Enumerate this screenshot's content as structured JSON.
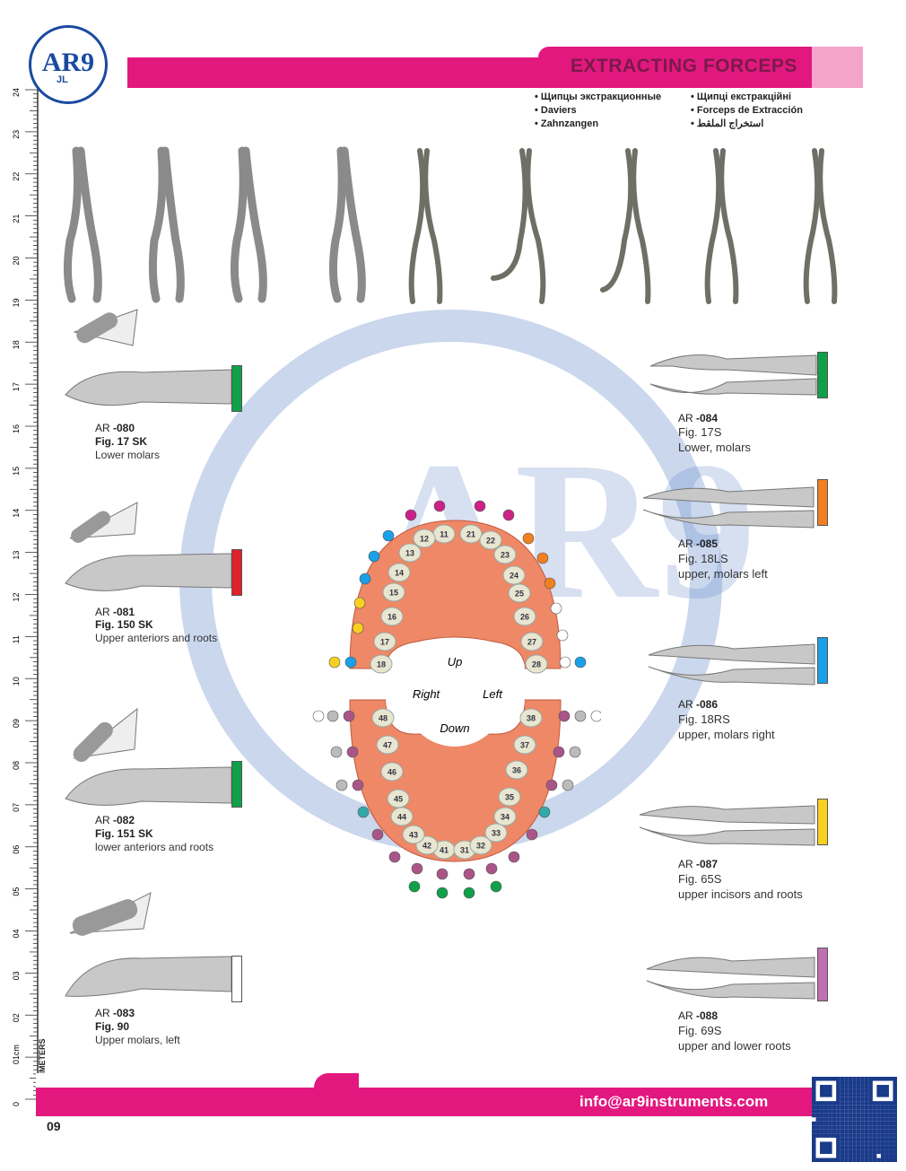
{
  "logo": {
    "text": "AR9",
    "sub": "JL"
  },
  "header": {
    "title": "EXTRACTING FORCEPS"
  },
  "translations": {
    "left": [
      "Щипцы экстракционные",
      "Daviers",
      "Zahnzangen"
    ],
    "right": [
      "Щипці екстракційні",
      "Forceps de Extracción",
      "استخراج الملقط"
    ]
  },
  "ruler": {
    "unit": "CENTIMETERS",
    "labels": [
      "0",
      "01cm",
      "02",
      "03",
      "04",
      "05",
      "06",
      "07",
      "08",
      "09",
      "10",
      "11",
      "12",
      "13",
      "14",
      "15",
      "16",
      "17",
      "18",
      "19",
      "20",
      "21",
      "22",
      "23",
      "24"
    ]
  },
  "products_left": [
    {
      "prefix": "AR",
      "code": "-080",
      "fig": "Fig. 17 SK",
      "desc": "Lower molars",
      "color": "#10a04a"
    },
    {
      "prefix": "AR",
      "code": "-081",
      "fig": "Fig. 150 SK",
      "desc": "Upper anteriors and roots",
      "color": "#e0202a"
    },
    {
      "prefix": "AR",
      "code": "-082",
      "fig": "Fig. 151 SK",
      "desc": "lower anteriors and roots",
      "color": "#10a04a"
    },
    {
      "prefix": "AR",
      "code": "-083",
      "fig": "Fig. 90",
      "desc": "Upper molars, left",
      "color": "#ffffff"
    }
  ],
  "products_right": [
    {
      "prefix": "AR",
      "code": "-084",
      "fig": "Fig. 17S",
      "desc": "Lower, molars",
      "color": "#10a04a"
    },
    {
      "prefix": "AR",
      "code": "-085",
      "fig": "Fig. 18LS",
      "desc": "upper, molars left",
      "color": "#f08020"
    },
    {
      "prefix": "AR",
      "code": "-086",
      "fig": "Fig. 18RS",
      "desc": "upper, molars right",
      "color": "#1aa0e8"
    },
    {
      "prefix": "AR",
      "code": "-087",
      "fig": "Fig. 65S",
      "desc": "upper incisors and roots",
      "color": "#f8d020"
    },
    {
      "prefix": "AR",
      "code": "-088",
      "fig": "Fig. 69S",
      "desc": "upper and lower roots",
      "color": "#c070b0"
    }
  ],
  "teeth_chart": {
    "labels": {
      "up": "Up",
      "down": "Down",
      "right": "Right",
      "left": "Left"
    },
    "upper_right": [
      "11",
      "12",
      "13",
      "14",
      "15",
      "16",
      "17",
      "18"
    ],
    "upper_left": [
      "21",
      "22",
      "23",
      "24",
      "25",
      "26",
      "27",
      "28"
    ],
    "lower_right": [
      "41",
      "42",
      "43",
      "44",
      "45",
      "46",
      "47",
      "48"
    ],
    "lower_left": [
      "31",
      "32",
      "33",
      "34",
      "35",
      "36",
      "37",
      "38"
    ]
  },
  "footer": {
    "email": "info@ar9instruments.com",
    "page": "09"
  }
}
